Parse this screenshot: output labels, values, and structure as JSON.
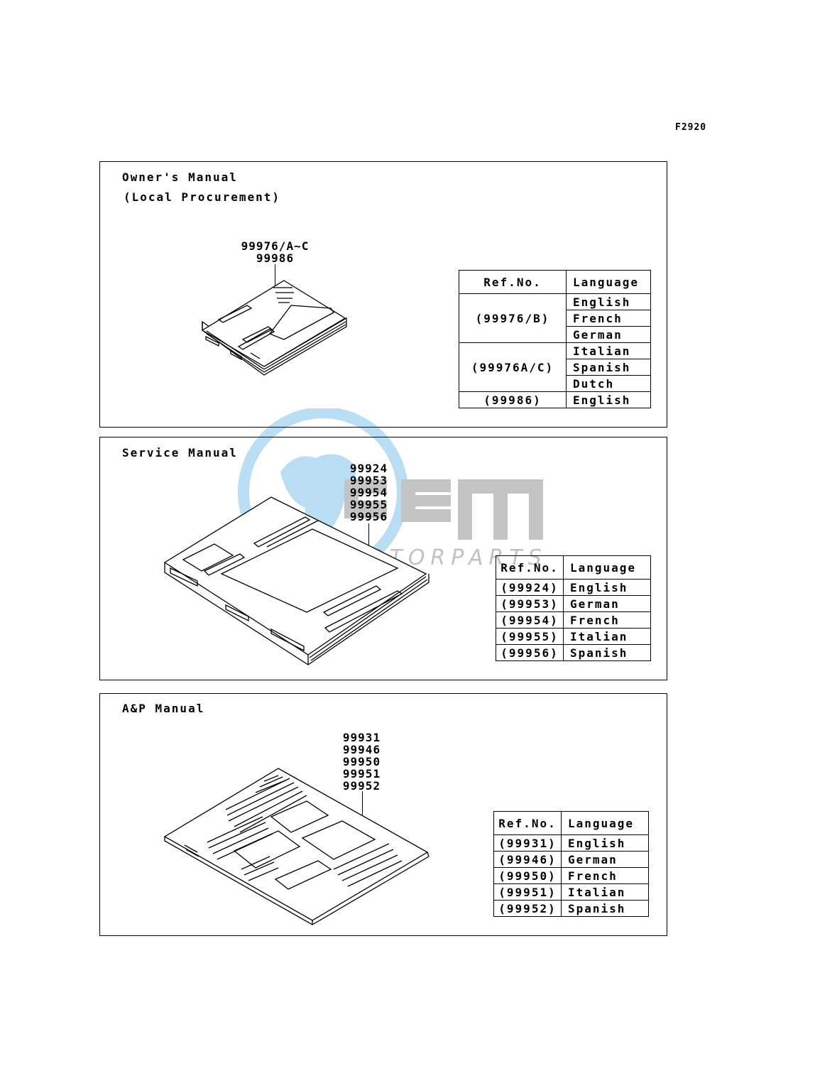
{
  "figure_code": "F2920",
  "watermark": {
    "brand": "GEM",
    "subtitle": "MOTORPARTS",
    "color_blue": "#3aa0dc",
    "color_gray": "#5a5a5a"
  },
  "sections": [
    {
      "title": "Owner's Manual",
      "subtitle": "(Local Procurement)",
      "part_numbers": [
        "99976/A~C",
        "99986"
      ],
      "table": {
        "headers": [
          "Ref.No.",
          "Language"
        ],
        "groups": [
          {
            "ref": "(99976/B)",
            "languages": [
              "English",
              "French",
              "German"
            ]
          },
          {
            "ref": "(99976A/C)",
            "languages": [
              "Italian",
              "Spanish",
              "Dutch"
            ]
          },
          {
            "ref": "(99986)",
            "languages": [
              "English"
            ]
          }
        ]
      }
    },
    {
      "title": "Service Manual",
      "part_numbers": [
        "99924",
        "99953",
        "99954",
        "99955",
        "99956"
      ],
      "table": {
        "headers": [
          "Ref.No.",
          "Language"
        ],
        "rows": [
          {
            "ref": "(99924)",
            "language": "English"
          },
          {
            "ref": "(99953)",
            "language": "German"
          },
          {
            "ref": "(99954)",
            "language": "French"
          },
          {
            "ref": "(99955)",
            "language": "Italian"
          },
          {
            "ref": "(99956)",
            "language": "Spanish"
          }
        ]
      }
    },
    {
      "title": "A&P Manual",
      "part_numbers": [
        "99931",
        "99946",
        "99950",
        "99951",
        "99952"
      ],
      "table": {
        "headers": [
          "Ref.No.",
          "Language"
        ],
        "rows": [
          {
            "ref": "(99931)",
            "language": "English"
          },
          {
            "ref": "(99946)",
            "language": "German"
          },
          {
            "ref": "(99950)",
            "language": "French"
          },
          {
            "ref": "(99951)",
            "language": "Italian"
          },
          {
            "ref": "(99952)",
            "language": "Spanish"
          }
        ]
      }
    }
  ]
}
